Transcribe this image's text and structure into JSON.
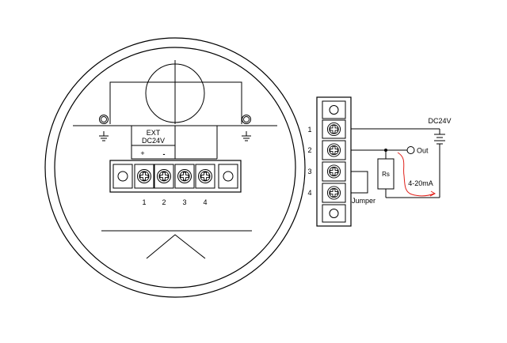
{
  "left_panel": {
    "ext_label_line1": "EXT",
    "ext_label_line2": "DC24V",
    "plus_label": "+",
    "minus_label": "-",
    "terminal_numbers": [
      "1",
      "2",
      "3",
      "4"
    ]
  },
  "right_panel": {
    "pin_numbers": [
      "1",
      "2",
      "3",
      "4"
    ],
    "supply_label": "DC24V",
    "out_label": "Out",
    "resistor_label": "Rs",
    "current_label": "4-20mA",
    "jumper_label": "Jumper"
  },
  "colors": {
    "line": "#000000",
    "current_arrow": "#e0201a",
    "background": "#ffffff"
  },
  "icons": [
    "ground-icon",
    "screw-terminal-icon",
    "mounting-hole-icon",
    "battery-icon",
    "resistor-icon"
  ]
}
